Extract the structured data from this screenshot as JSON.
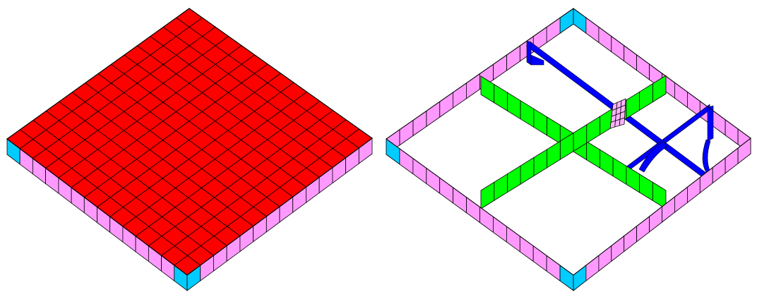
{
  "views": [
    {
      "name": "assembled-box-view",
      "components": [
        "top-plate",
        "side-walls",
        "corner-columns"
      ]
    },
    {
      "name": "open-box-view",
      "components": [
        "side-walls",
        "corner-columns",
        "green-stiffener-walls",
        "blue-beam-assembly",
        "small-mesh-patch"
      ]
    }
  ],
  "colors": {
    "top_plate": "#ff0000",
    "side_wall": "#ff99ff",
    "corner_column": "#00ccff",
    "stiffener": "#00ff00",
    "beam": "#0000ff",
    "patch": "#ffb3ff",
    "edge": "#000000",
    "background": "#ffffff"
  }
}
